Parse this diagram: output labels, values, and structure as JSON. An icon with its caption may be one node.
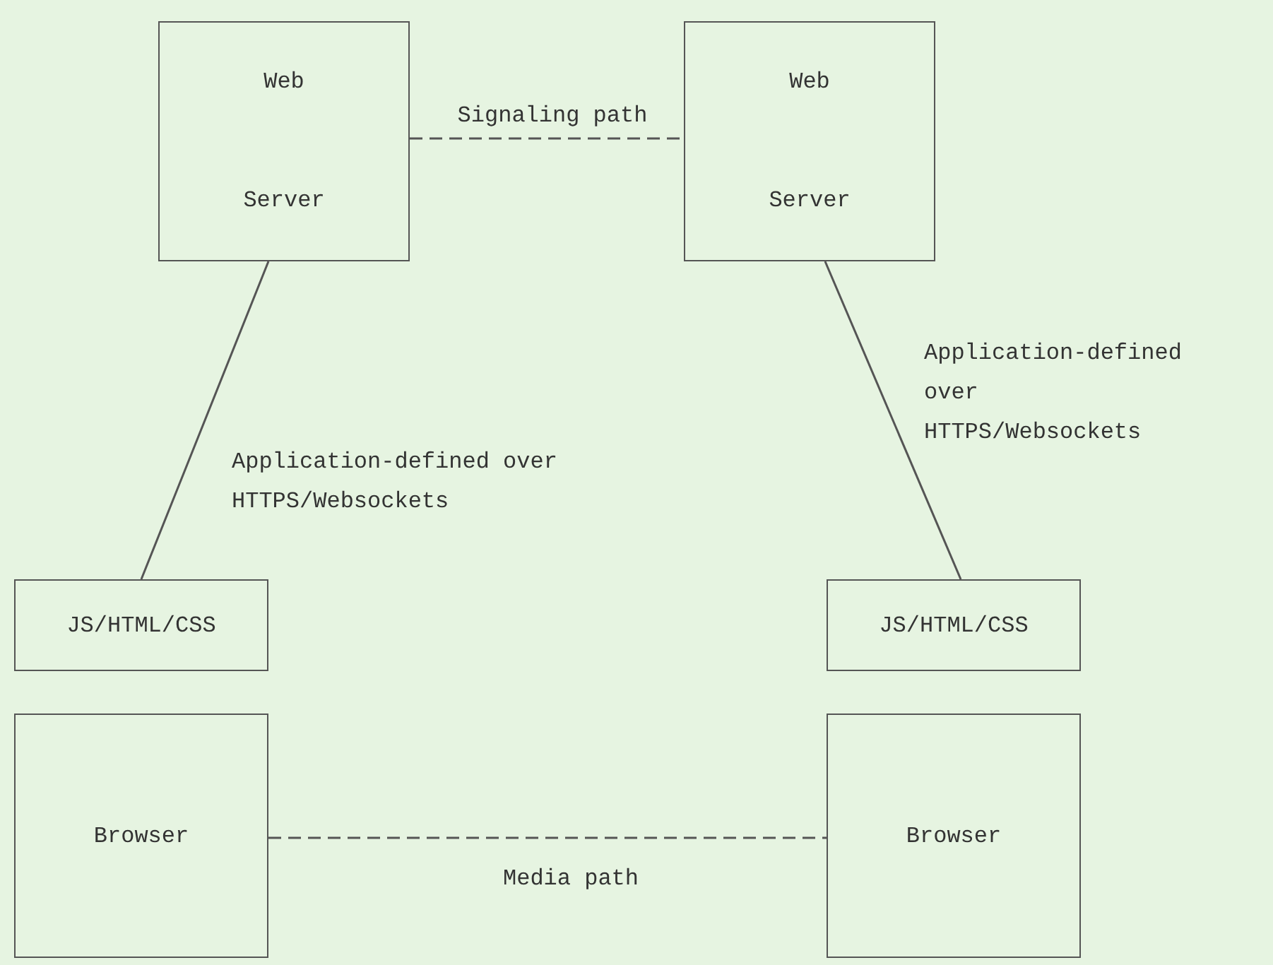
{
  "diagram": {
    "nodes": [
      {
        "text": [
          "Web",
          "Server"
        ]
      },
      {
        "text": [
          "Web",
          "Server"
        ]
      },
      {
        "text": [
          "JS/HTML/CSS"
        ]
      },
      {
        "text": [
          "Browser"
        ]
      },
      {
        "text": [
          "JS/HTML/CSS"
        ]
      },
      {
        "text": [
          "Browser"
        ]
      }
    ],
    "edges": [
      {
        "from": 0,
        "to": 1,
        "arrow": "none",
        "label": "Signaling path",
        "style": "dashed"
      },
      {
        "from": 0,
        "to": 2,
        "arrow": "none",
        "label": "Application-defined over HTTPS/Websockets"
      },
      {
        "from": 1,
        "to": 4,
        "arrow": "none",
        "label": "Application-defined over HTTPS/Websockets"
      },
      {
        "from": 3,
        "to": 5,
        "arrow": "none",
        "label": "Media path",
        "style": "dashed"
      }
    ]
  }
}
